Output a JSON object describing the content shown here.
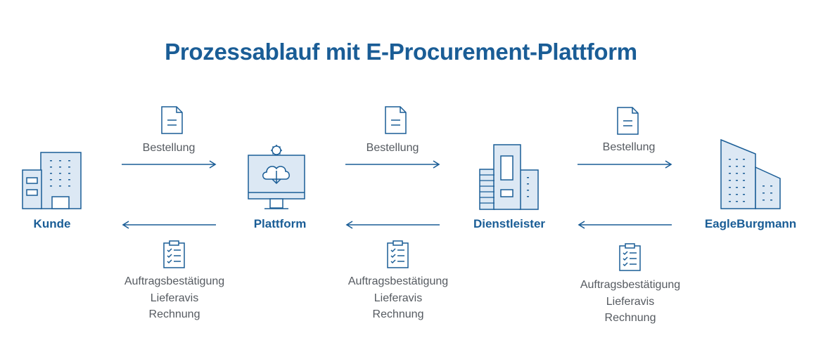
{
  "title": "Prozessablauf mit E-Procurement-Plattform",
  "nodes": [
    {
      "label": "Kunde",
      "icon": "office-building-icon"
    },
    {
      "label": "Plattform",
      "icon": "computer-cloud-download-icon"
    },
    {
      "label": "Dienstleister",
      "icon": "industrial-buildings-icon"
    },
    {
      "label": "EagleBurgmann",
      "icon": "skyscraper-building-icon"
    }
  ],
  "forward_edges": [
    {
      "label": "Bestellung",
      "icon": "document-icon"
    },
    {
      "label": "Bestellung",
      "icon": "document-icon"
    },
    {
      "label": "Bestellung",
      "icon": "document-icon"
    }
  ],
  "backward_edges": [
    {
      "lines": [
        "Auftragsbestätigung",
        "Lieferavis",
        "Rechnung"
      ],
      "icon": "clipboard-checklist-icon"
    },
    {
      "lines": [
        "Auftragsbestätigung",
        "Lieferavis",
        "Rechnung"
      ],
      "icon": "clipboard-checklist-icon"
    },
    {
      "lines": [
        "Auftragsbestätigung",
        "Lieferavis",
        "Rechnung"
      ],
      "icon": "clipboard-checklist-icon"
    }
  ],
  "colors": {
    "primary": "#1a5d96",
    "icon_fill": "#dce8f4",
    "text": "#555a60"
  }
}
